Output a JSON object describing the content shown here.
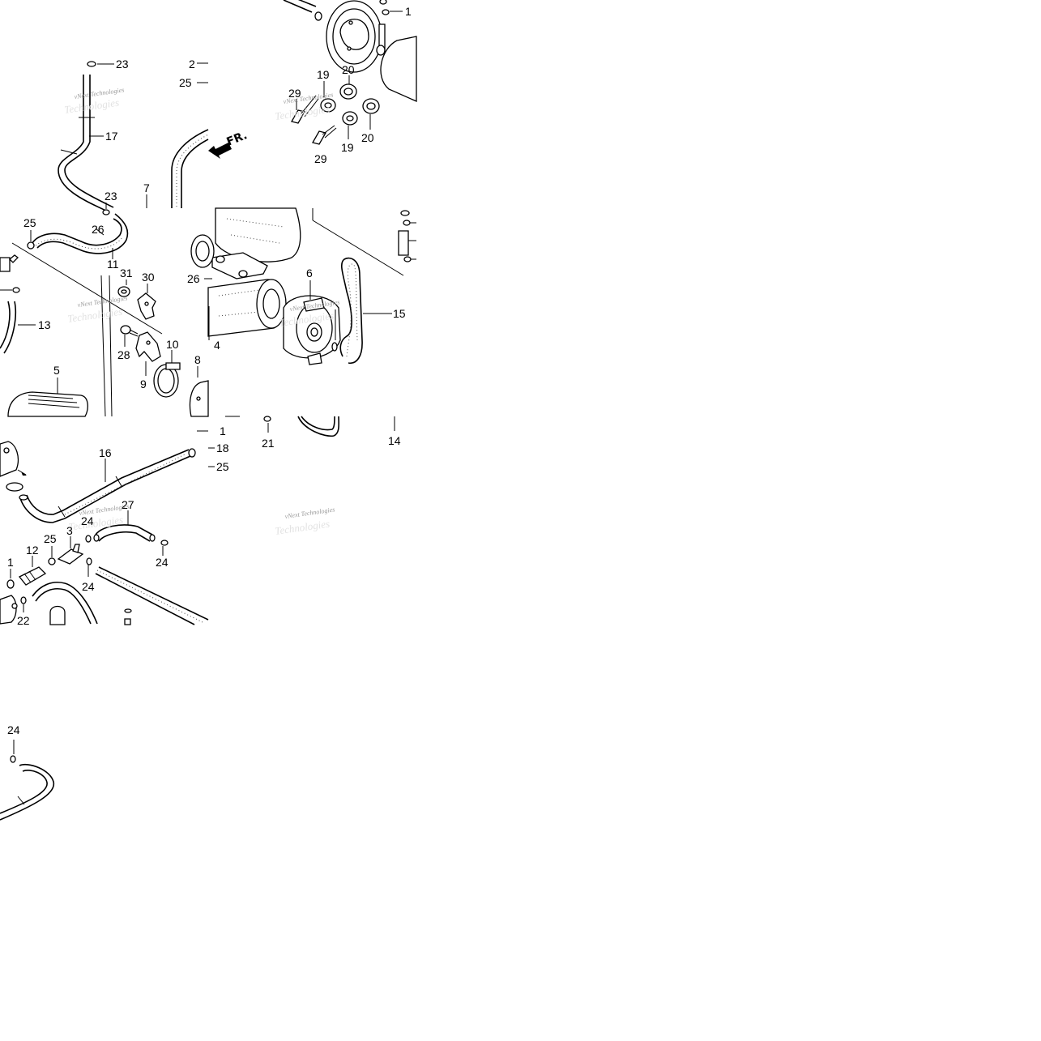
{
  "diagram": {
    "direction_label": "FR.",
    "watermark_lines": [
      "vNext Technologies",
      "Technologies"
    ],
    "callouts": [
      {
        "id": "c-1-top",
        "text": "1"
      },
      {
        "id": "c-23-a",
        "text": "23"
      },
      {
        "id": "c-2",
        "text": "2"
      },
      {
        "id": "c-25-a",
        "text": "25"
      },
      {
        "id": "c-17",
        "text": "17"
      },
      {
        "id": "c-19-a",
        "text": "19"
      },
      {
        "id": "c-20-a",
        "text": "20"
      },
      {
        "id": "c-29-a",
        "text": "29"
      },
      {
        "id": "c-20-b",
        "text": "20"
      },
      {
        "id": "c-19-b",
        "text": "19"
      },
      {
        "id": "c-29-b",
        "text": "29"
      },
      {
        "id": "c-23-b",
        "text": "23"
      },
      {
        "id": "c-7",
        "text": "7"
      },
      {
        "id": "c-25-b",
        "text": "25"
      },
      {
        "id": "c-26-a",
        "text": "26"
      },
      {
        "id": "c-11",
        "text": "11"
      },
      {
        "id": "c-31",
        "text": "31"
      },
      {
        "id": "c-30",
        "text": "30"
      },
      {
        "id": "c-26-b",
        "text": "26"
      },
      {
        "id": "c-6",
        "text": "6"
      },
      {
        "id": "c-15",
        "text": "15"
      },
      {
        "id": "c-13",
        "text": "13"
      },
      {
        "id": "c-28",
        "text": "28"
      },
      {
        "id": "c-4",
        "text": "4"
      },
      {
        "id": "c-10",
        "text": "10"
      },
      {
        "id": "c-8",
        "text": "8"
      },
      {
        "id": "c-9",
        "text": "9"
      },
      {
        "id": "c-5",
        "text": "5"
      },
      {
        "id": "c-1-mid",
        "text": "1"
      },
      {
        "id": "c-21",
        "text": "21"
      },
      {
        "id": "c-14",
        "text": "14"
      },
      {
        "id": "c-18",
        "text": "18"
      },
      {
        "id": "c-25-c",
        "text": "25"
      },
      {
        "id": "c-16",
        "text": "16"
      },
      {
        "id": "c-27",
        "text": "27"
      },
      {
        "id": "c-24-a",
        "text": "24"
      },
      {
        "id": "c-3",
        "text": "3"
      },
      {
        "id": "c-25-d",
        "text": "25"
      },
      {
        "id": "c-12",
        "text": "12"
      },
      {
        "id": "c-1-low",
        "text": "1"
      },
      {
        "id": "c-24-b",
        "text": "24"
      },
      {
        "id": "c-24-c",
        "text": "24"
      },
      {
        "id": "c-22",
        "text": "22"
      },
      {
        "id": "c-24-d",
        "text": "24"
      }
    ]
  }
}
